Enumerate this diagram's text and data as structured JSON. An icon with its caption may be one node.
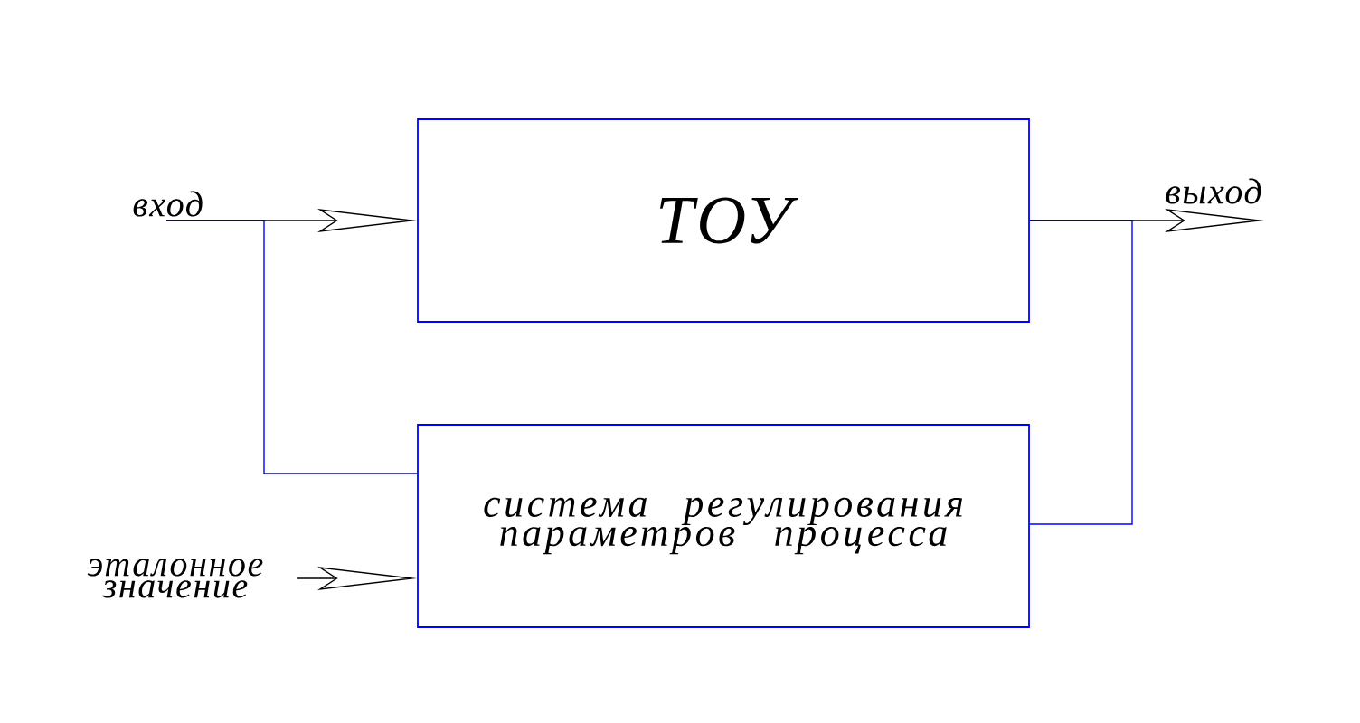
{
  "diagram": {
    "nodes": [
      {
        "text": [
          "ТОУ"
        ]
      },
      {
        "text": [
          "система регулирования параметров процесса"
        ]
      },
      {
        "text": [
          "вход"
        ]
      },
      {
        "text": [
          "выход"
        ]
      },
      {
        "text": [
          "эталонное значение"
        ]
      }
    ],
    "edges": [
      {
        "from": 2,
        "to": 0,
        "arrow": "to"
      },
      {
        "from": 2,
        "to": 1,
        "arrow": "none",
        "color": "#0000ff"
      },
      {
        "from": 0,
        "to": 3,
        "arrow": "to"
      },
      {
        "from": 0,
        "to": 1,
        "arrow": "none",
        "color": "#0000ff"
      },
      {
        "from": 4,
        "to": 1,
        "arrow": "to"
      }
    ]
  }
}
